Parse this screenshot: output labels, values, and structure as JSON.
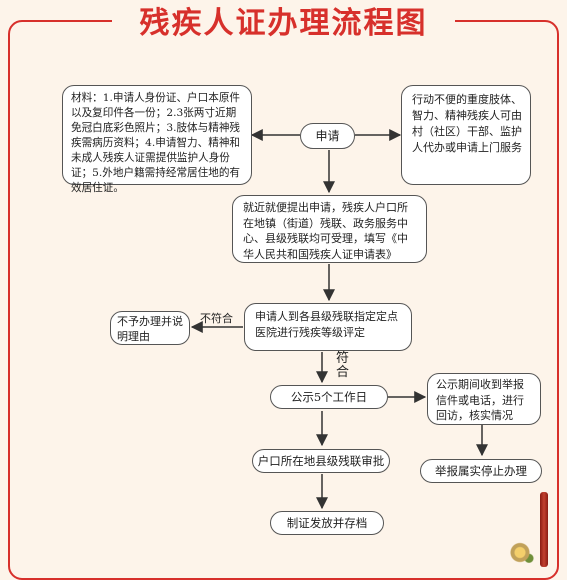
{
  "title": "残疾人证办理流程图",
  "nodes": {
    "materials": "材料：1.申请人身份证、户口本原件以及复印件各一份；2.3张两寸近期免冠白底彩色照片；3.肢体与精神残疾需病历资料；4.申请智力、精神和未成人残疾人证需提供监护人身份证；5.外地户籍需持经常居住地的有效居住证。",
    "apply": "申请",
    "proxy": "行动不便的重度肢体、智力、精神残疾人可由村（社区）干部、监护人代办或申请上门服务",
    "submit": "就近就便提出申请，残疾人户口所在地镇（街道）残联、政务服务中心、县级残联均可受理，填写《中华人民共和国残疾人证申请表》",
    "assess": "申请人到各县级残联指定定点医院进行残疾等级评定",
    "reject": "不予办理并说明理由",
    "publicity": "公示5个工作日",
    "report": "公示期间收到举报信件或电话，进行回访，核实情况",
    "report_stop": "举报属实停止办理",
    "review": "户口所在地县级残联审批",
    "issue": "制证发放并存档"
  },
  "edge_labels": {
    "not_qualified": "不符合",
    "qualified": "符合"
  }
}
